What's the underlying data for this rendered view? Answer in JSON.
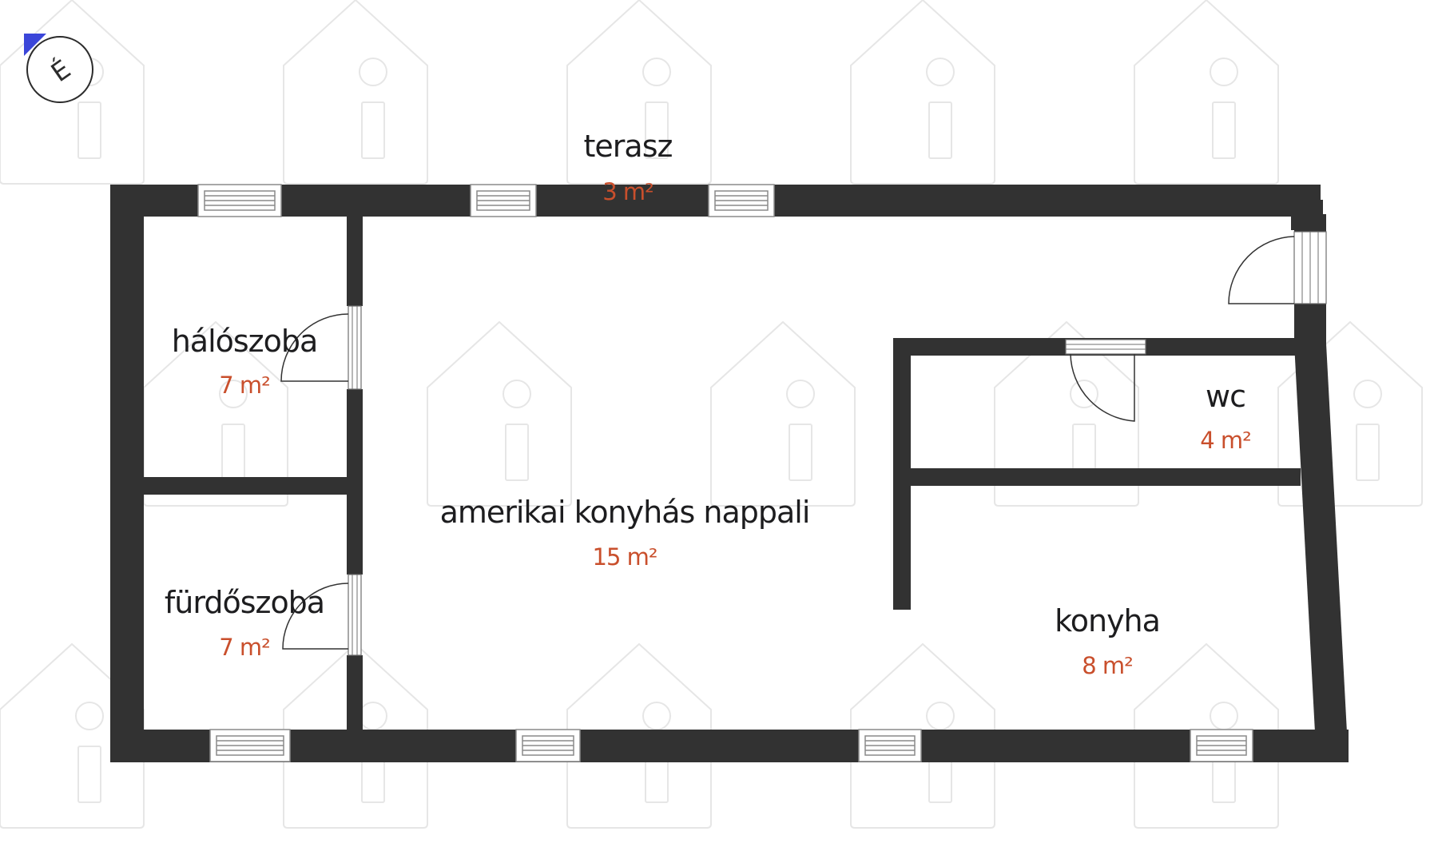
{
  "logo": {
    "letter": "É"
  },
  "colors": {
    "wall": "#323232",
    "area_text": "#c94f2c",
    "label_text": "#1d1d1f",
    "logo_accent": "#3b46d9"
  },
  "rooms": [
    {
      "id": "terasz",
      "name": "terasz",
      "area": "3 m²"
    },
    {
      "id": "haloszoba",
      "name": "hálószoba",
      "area": "7 m²"
    },
    {
      "id": "furdoszoba",
      "name": "fürdőszoba",
      "area": "7 m²"
    },
    {
      "id": "nappali",
      "name": "amerikai konyhás nappali",
      "area": "15 m²"
    },
    {
      "id": "wc",
      "name": "wc",
      "area": "4 m²"
    },
    {
      "id": "konyha",
      "name": "konyha",
      "area": "8 m²"
    }
  ],
  "icons": {
    "watermark": "house-info-icon",
    "logo": "brand-logo-icon"
  }
}
